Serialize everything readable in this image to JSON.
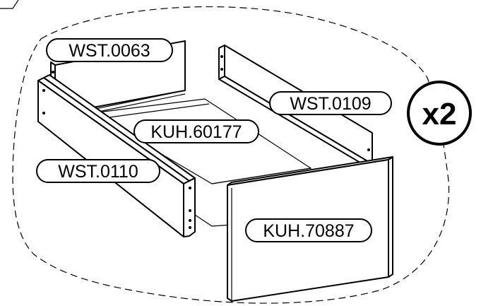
{
  "parts": {
    "back_panel": "WST.0063",
    "right_side": "WST.0109",
    "bottom_panel": "KUH.60177",
    "left_side": "WST.0110",
    "front_panel": "KUH.70887"
  },
  "quantity": "x2",
  "colors": {
    "line": "#000000",
    "background": "#ffffff"
  }
}
